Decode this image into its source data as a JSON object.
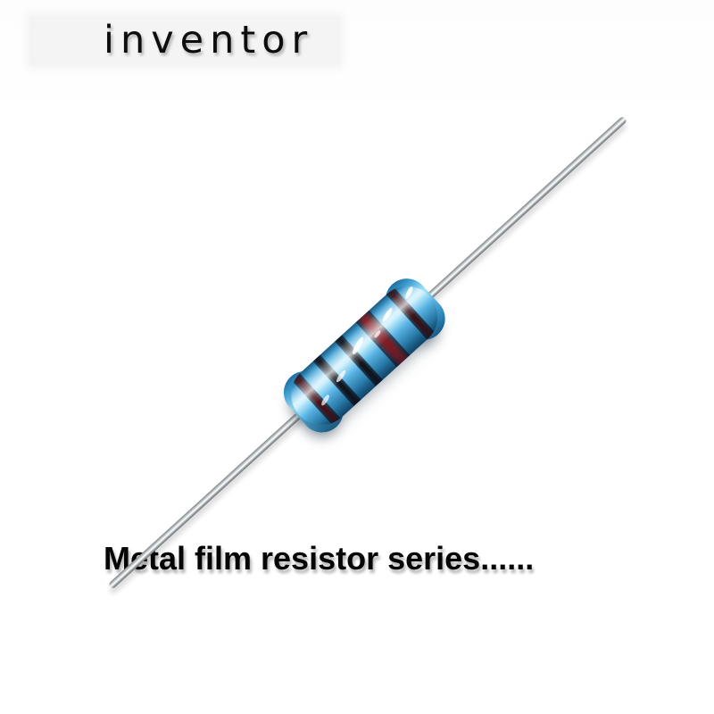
{
  "page": {
    "background": "#ffffff"
  },
  "brand": {
    "text": "inventor",
    "color": "#0d0d0d",
    "panel_color": "#f4f4f5"
  },
  "caption": {
    "text": "Metal film resistor series......",
    "color": "#060606"
  },
  "product": {
    "name": "metal film resistor",
    "body_color": "#4ba5d9",
    "body_highlight": "#a5e4fa",
    "body_shadow_color": "#1d6f9f",
    "lead_color": "#b7bcbe",
    "bands": [
      {
        "name": "band-dark-maroon-lower",
        "color": "#4a1219"
      },
      {
        "name": "band-black-a",
        "color": "#12141c"
      },
      {
        "name": "band-black-b",
        "color": "#12141c"
      },
      {
        "name": "band-dark-red-wide",
        "color": "#831c24"
      },
      {
        "name": "band-dark-brown-upper",
        "color": "#3d1117"
      }
    ]
  }
}
